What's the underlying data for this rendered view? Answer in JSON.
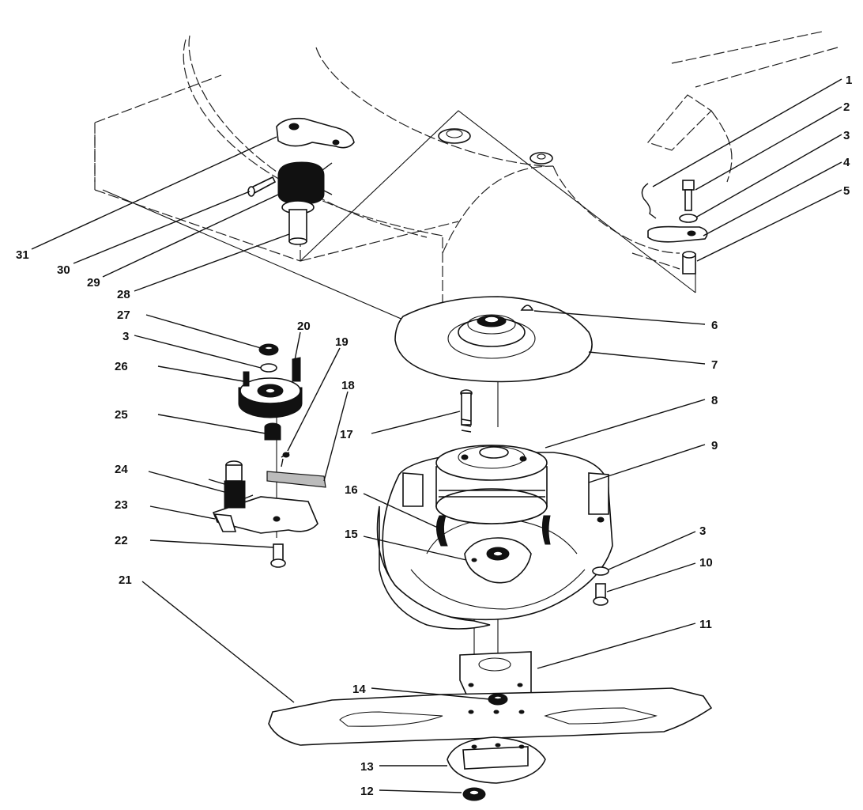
{
  "labels": {
    "l1": "1",
    "l2": "2",
    "l3a": "3",
    "l4": "4",
    "l5": "5",
    "l6": "6",
    "l7": "7",
    "l8": "8",
    "l9": "9",
    "l3c": "3",
    "l10": "10",
    "l11": "11",
    "l14": "14",
    "l13": "13",
    "l12": "12",
    "l31": "31",
    "l30": "30",
    "l29": "29",
    "l28": "28",
    "l27": "27",
    "l3b": "3",
    "l26": "26",
    "l20": "20",
    "l19": "19",
    "l25": "25",
    "l18": "18",
    "l24": "24",
    "l23": "23",
    "l22": "22",
    "l21": "21",
    "l17": "17",
    "l16": "16",
    "l15": "15"
  }
}
